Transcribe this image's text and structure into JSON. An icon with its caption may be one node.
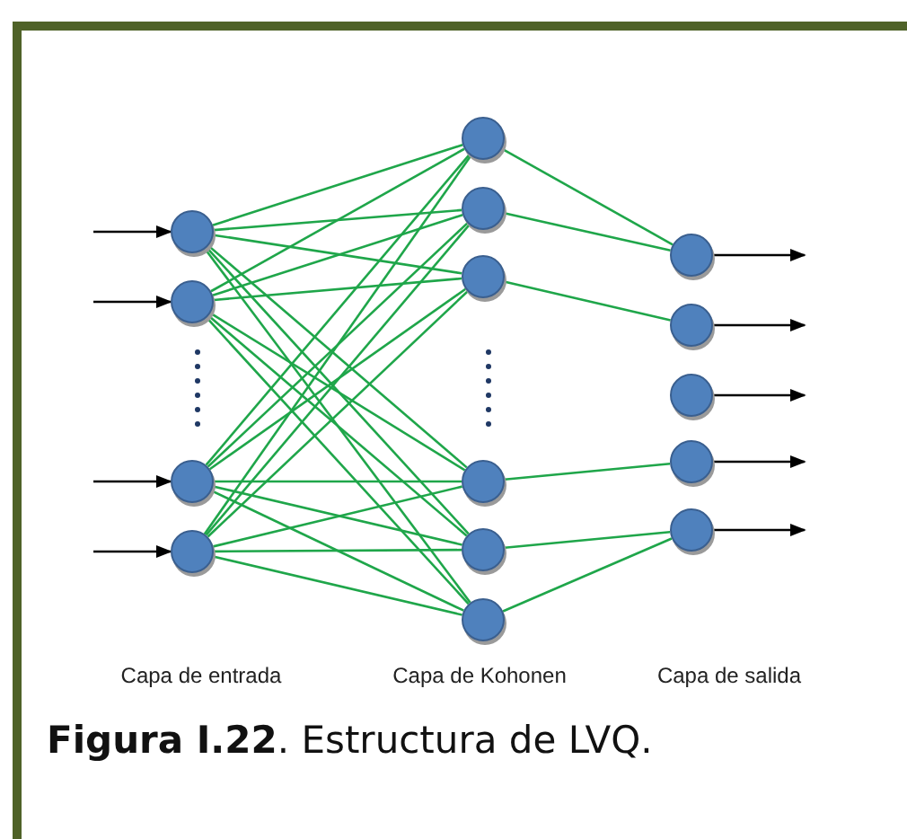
{
  "diagram": {
    "caption": "**Figura I.22**. Estructura de LVQ.",
    "nodes": [
      {
        "text": [],
        "shape": "circle"
      },
      {
        "text": [],
        "shape": "circle"
      },
      {
        "text": [],
        "shape": "circle"
      },
      {
        "text": [],
        "shape": "circle"
      },
      {
        "text": [],
        "shape": "circle"
      },
      {
        "text": [],
        "shape": "circle"
      },
      {
        "text": [],
        "shape": "circle"
      },
      {
        "text": [],
        "shape": "circle"
      },
      {
        "text": [],
        "shape": "circle"
      },
      {
        "text": [],
        "shape": "circle"
      },
      {
        "text": [],
        "shape": "circle"
      },
      {
        "text": [],
        "shape": "circle"
      },
      {
        "text": [],
        "shape": "circle"
      },
      {
        "text": [],
        "shape": "circle"
      },
      {
        "text": [],
        "shape": "circle"
      }
    ],
    "edges": [
      {
        "from": null,
        "to": 0,
        "arrow": "to",
        "color": "#000000"
      },
      {
        "from": null,
        "to": 1,
        "arrow": "to",
        "color": "#000000"
      },
      {
        "from": null,
        "to": 2,
        "arrow": "to",
        "color": "#000000"
      },
      {
        "from": null,
        "to": 3,
        "arrow": "to",
        "color": "#000000"
      },
      {
        "from": 0,
        "to": 4,
        "arrow": "none"
      },
      {
        "from": 0,
        "to": 5,
        "arrow": "none"
      },
      {
        "from": 0,
        "to": 6,
        "arrow": "none"
      },
      {
        "from": 0,
        "to": 7,
        "arrow": "none"
      },
      {
        "from": 0,
        "to": 8,
        "arrow": "none"
      },
      {
        "from": 0,
        "to": 9,
        "arrow": "none"
      },
      {
        "from": 1,
        "to": 4,
        "arrow": "none"
      },
      {
        "from": 1,
        "to": 5,
        "arrow": "none"
      },
      {
        "from": 1,
        "to": 6,
        "arrow": "none"
      },
      {
        "from": 1,
        "to": 7,
        "arrow": "none"
      },
      {
        "from": 1,
        "to": 8,
        "arrow": "none"
      },
      {
        "from": 1,
        "to": 9,
        "arrow": "none"
      },
      {
        "from": 2,
        "to": 4,
        "arrow": "none"
      },
      {
        "from": 2,
        "to": 5,
        "arrow": "none"
      },
      {
        "from": 2,
        "to": 6,
        "arrow": "none"
      },
      {
        "from": 2,
        "to": 7,
        "arrow": "none"
      },
      {
        "from": 2,
        "to": 8,
        "arrow": "none"
      },
      {
        "from": 2,
        "to": 9,
        "arrow": "none"
      },
      {
        "from": 3,
        "to": 4,
        "arrow": "none"
      },
      {
        "from": 3,
        "to": 5,
        "arrow": "none"
      },
      {
        "from": 3,
        "to": 6,
        "arrow": "none"
      },
      {
        "from": 3,
        "to": 7,
        "arrow": "none"
      },
      {
        "from": 3,
        "to": 8,
        "arrow": "none"
      },
      {
        "from": 3,
        "to": 9,
        "arrow": "none"
      },
      {
        "from": 4,
        "to": 10,
        "arrow": "none"
      },
      {
        "from": 5,
        "to": 10,
        "arrow": "none"
      },
      {
        "from": 6,
        "to": 11,
        "arrow": "none"
      },
      {
        "from": 7,
        "to": 13,
        "arrow": "none"
      },
      {
        "from": 8,
        "to": 14,
        "arrow": "none"
      },
      {
        "from": 9,
        "to": 14,
        "arrow": "none"
      },
      {
        "from": 10,
        "to": null,
        "arrow": "to",
        "color": "#000000"
      },
      {
        "from": 11,
        "to": null,
        "arrow": "to",
        "color": "#000000"
      },
      {
        "from": 12,
        "to": null,
        "arrow": "to",
        "color": "#000000"
      },
      {
        "from": 13,
        "to": null,
        "arrow": "to",
        "color": "#000000"
      },
      {
        "from": 14,
        "to": null,
        "arrow": "to",
        "color": "#000000"
      }
    ],
    "labels": [
      "Capa de entrada",
      "Capa de Kohonen",
      "Capa de salida"
    ]
  }
}
